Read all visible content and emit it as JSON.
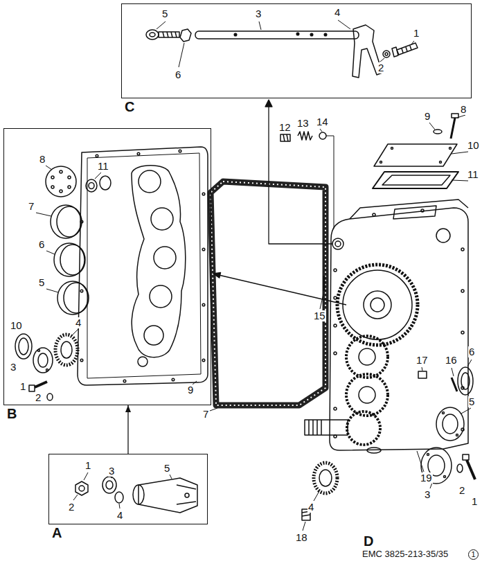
{
  "diagram": {
    "nodes": [
      {
        "text": [
          "C"
        ]
      },
      {
        "text": [
          "B"
        ]
      },
      {
        "text": [
          "A"
        ]
      }
    ],
    "edges": [
      {
        "from": 2,
        "to": 1,
        "arrow": "to"
      }
    ],
    "labels": [
      "5",
      "3",
      "4",
      "1",
      "6",
      "2",
      "12",
      "13",
      "14",
      "9",
      "8",
      "10",
      "11",
      "8",
      "11",
      "7",
      "6",
      "5",
      "10",
      "4",
      "3",
      "1",
      "2",
      "9",
      "15",
      "7",
      "16",
      "6",
      "17",
      "5",
      "4",
      "2",
      "1",
      "3",
      "18",
      "19",
      "D",
      "1",
      "3",
      "2",
      "4",
      "5",
      "EMC 3825-213-35/35",
      "1"
    ]
  }
}
